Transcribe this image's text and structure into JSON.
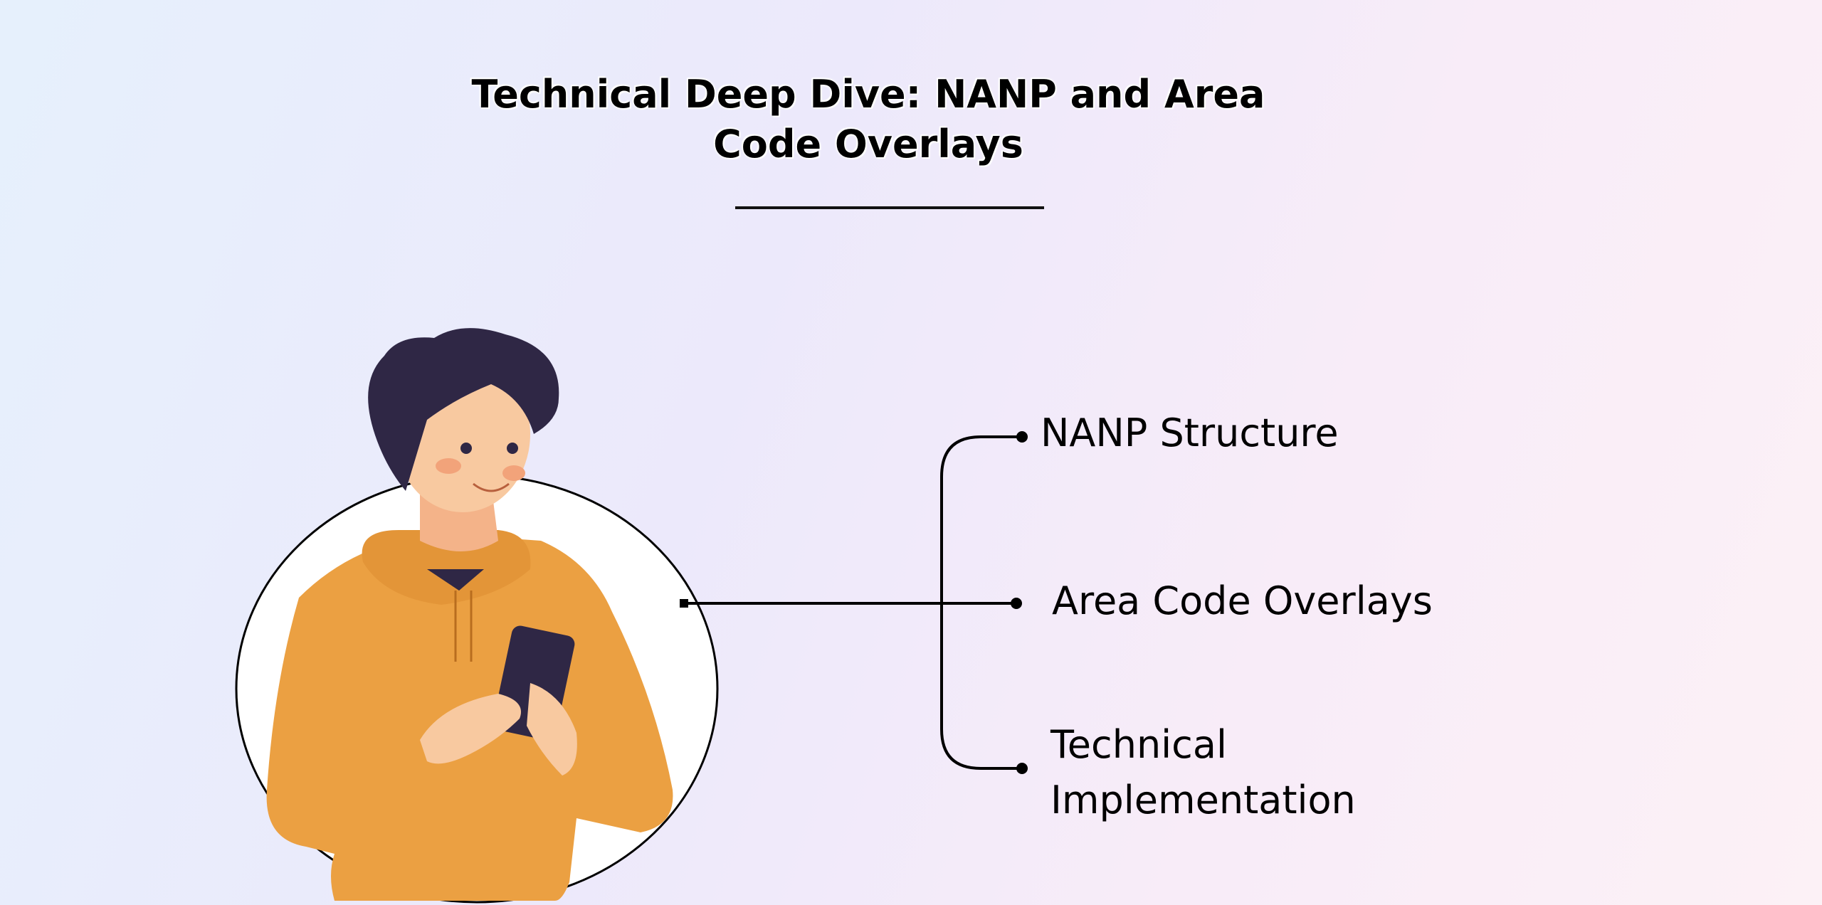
{
  "title": {
    "line1": "Technical Deep Dive: NANP and Area",
    "line2": "Code Overlays"
  },
  "branches": [
    {
      "label": "NANP Structure"
    },
    {
      "label": "Area Code Overlays"
    },
    {
      "label_line1": "Technical",
      "label_line2": "Implementation"
    }
  ],
  "colors": {
    "hoodie": "#eba042",
    "hair": "#2f2745",
    "skin": "#f8c9a0",
    "line": "#000000"
  }
}
